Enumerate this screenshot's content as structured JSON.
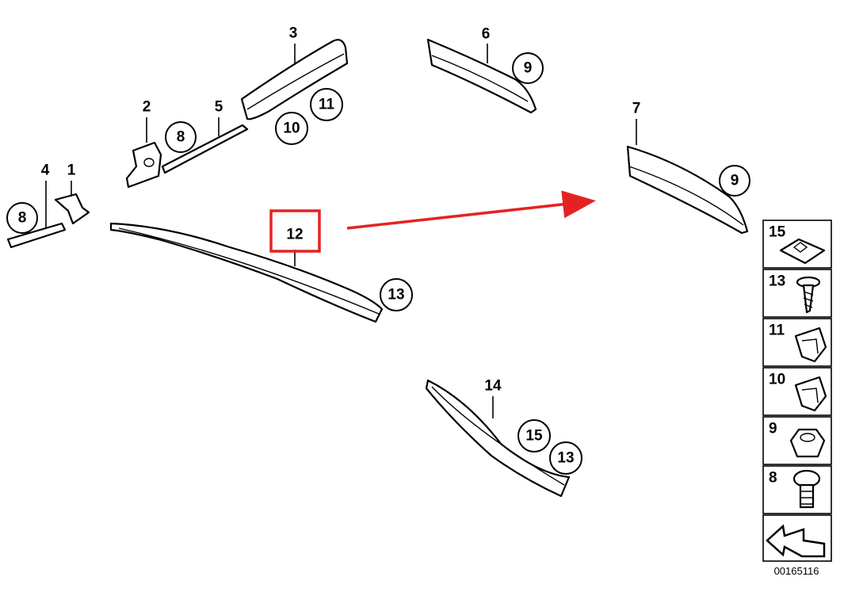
{
  "diagram": {
    "labels": {
      "p1": "1",
      "p2": "2",
      "p3": "3",
      "p4": "4",
      "p5": "5",
      "p6": "6",
      "p7": "7",
      "p12": "12",
      "p14": "14"
    },
    "callouts": {
      "c8a": "8",
      "c8b": "8",
      "c9a": "9",
      "c9b": "9",
      "c10": "10",
      "c11": "11",
      "c13a": "13",
      "c13b": "13",
      "c15": "15"
    },
    "legend": [
      "15",
      "13",
      "11",
      "10",
      "9",
      "8"
    ],
    "reference_number": "00165116",
    "highlight_color": "#e52222"
  }
}
